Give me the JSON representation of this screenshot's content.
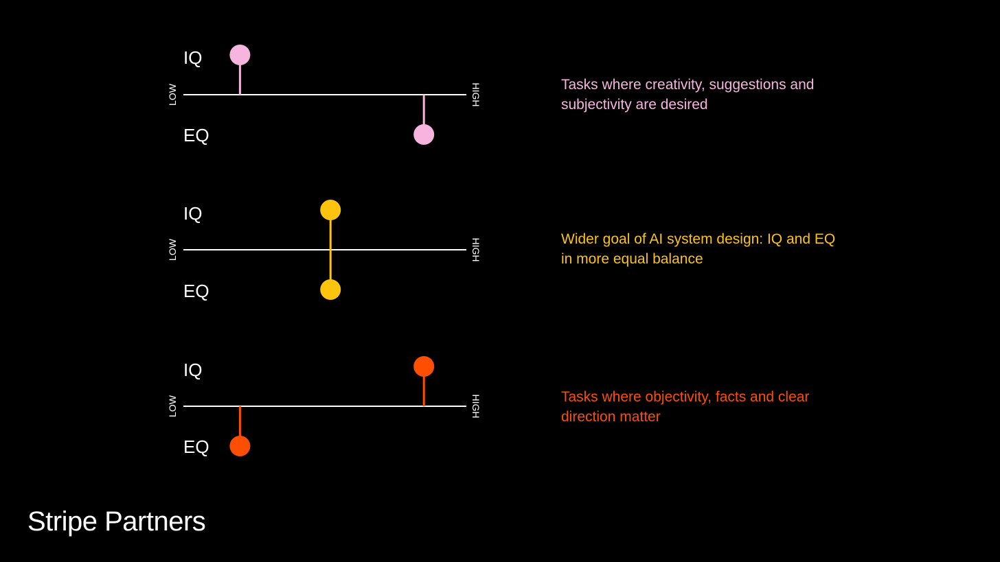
{
  "axis_labels": {
    "low": "LOW",
    "high": "HIGH"
  },
  "row_labels": {
    "iq": "IQ",
    "eq": "EQ"
  },
  "rows": [
    {
      "color": "#f7b4df",
      "iq_level": 0.2,
      "eq_level": 0.85,
      "caption": "Tasks where creativity, suggestions and subjectivity are desired"
    },
    {
      "color": "#fdc40e",
      "iq_level": 0.52,
      "eq_level": 0.52,
      "caption": "Wider goal of AI system design: IQ and EQ in more equal balance"
    },
    {
      "color": "#fe4e02",
      "iq_level": 0.85,
      "eq_level": 0.2,
      "caption": "Tasks where objectivity, facts and clear direction matter"
    }
  ],
  "brand": "Stripe Partners"
}
